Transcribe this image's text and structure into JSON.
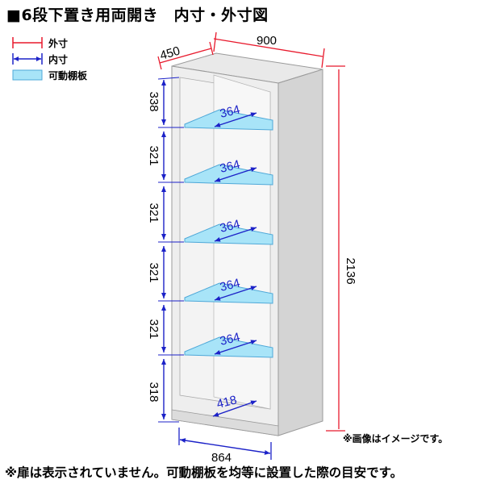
{
  "title": "■6段下置き用両開き　内寸・外寸図",
  "legend": {
    "outer_label": "外寸",
    "inner_label": "内寸",
    "shelf_label": "可動棚板",
    "outer_color": "#e8192c",
    "inner_color": "#1c22c8",
    "shelf_color": "#a8e4f8"
  },
  "dimensions": {
    "outer_width": "900",
    "outer_depth": "450",
    "outer_height": "2136",
    "inner_width": "864",
    "shelf_depth": "364",
    "bottom_depth": "418",
    "heights": [
      "338",
      "321",
      "321",
      "321",
      "321",
      "318"
    ]
  },
  "notes": {
    "image_note": "※画像はイメージです。",
    "footer": "※扉は表示されていません。可動棚板を均等に設置した際の目安です。"
  }
}
